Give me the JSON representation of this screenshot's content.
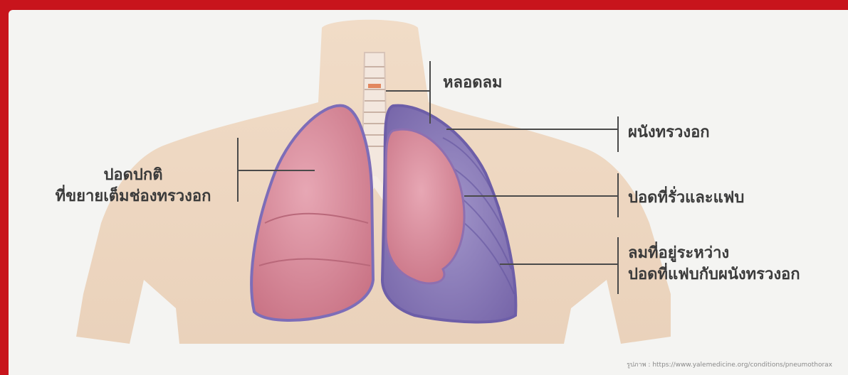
{
  "labels": {
    "trachea": "หลอดลม",
    "chest_wall": "ผนังทรวงอก",
    "normal_lung_line1": "ปอดปกติ",
    "normal_lung_line2": "ที่ขยายเต็มช่องทรวงอก",
    "collapsed_lung": "ปอดที่รั่วและแฟบ",
    "trapped_air_line1": "ลมที่อยู่ระหว่าง",
    "trapped_air_line2": "ปอดที่แฟบกับผนังทรวงอก"
  },
  "credit": "รูปภาพ : https://www.yalemedicine.org/conditions/pneumothorax",
  "colors": {
    "frame": "#c8141c",
    "panel": "#f4f4f2",
    "skin": "#efd9c4",
    "lung": "#d9899b",
    "lung_outline": "#7d6db8",
    "pleural_air": "#8a7bb6",
    "leader_line": "#4a4a4a"
  }
}
